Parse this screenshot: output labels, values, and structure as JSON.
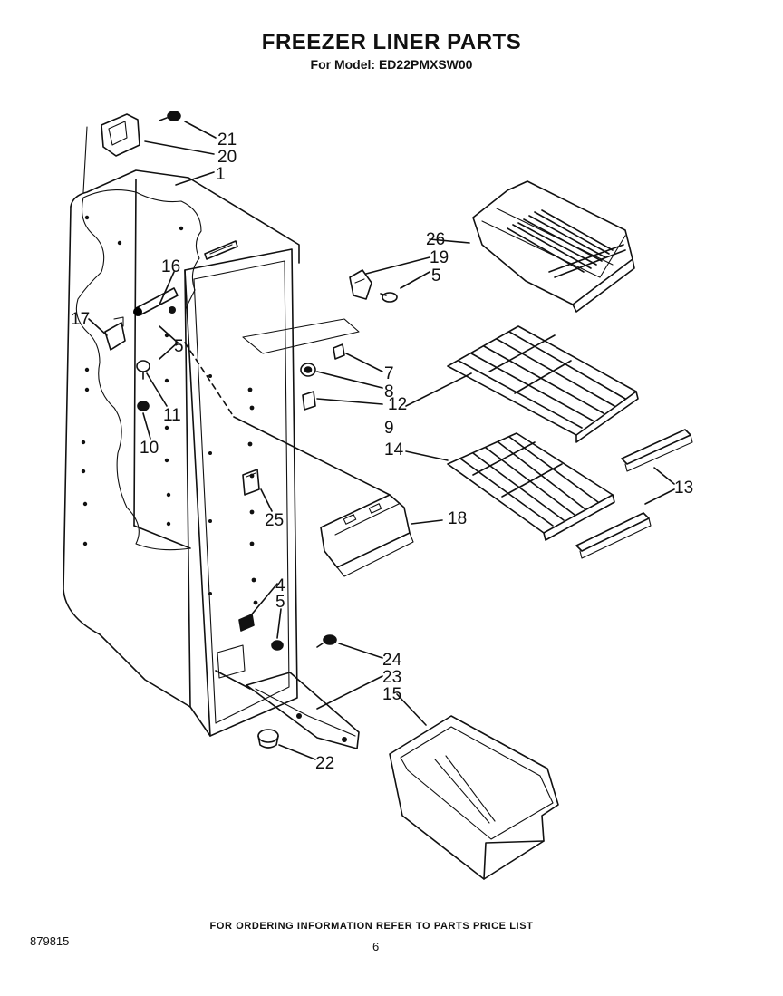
{
  "header": {
    "title": "FREEZER LINER PARTS",
    "model_line": "For Model: ED22PMXSW00"
  },
  "footer": {
    "ordering_note": "FOR ORDERING INFORMATION REFER TO PARTS PRICE LIST",
    "document_number": "879815",
    "page_number": "6"
  },
  "callouts": {
    "c1": "1",
    "c4": "4",
    "c5a": "5",
    "c5b": "5",
    "c5c": "5",
    "c7": "7",
    "c8": "8",
    "c9": "9",
    "c10": "10",
    "c11": "11",
    "c12": "12",
    "c13": "13",
    "c14": "14",
    "c15": "15",
    "c16": "16",
    "c17": "17",
    "c18": "18",
    "c19": "19",
    "c20": "20",
    "c21": "21",
    "c22": "22",
    "c23": "23",
    "c24": "24",
    "c25": "25",
    "c26": "26"
  }
}
